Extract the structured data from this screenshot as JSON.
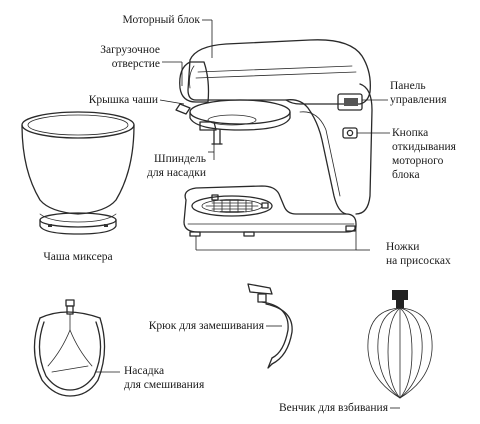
{
  "labels": {
    "motor_block": "Моторный блок",
    "loading_hole_1": "Загрузочное",
    "loading_hole_2": "отверстие",
    "bowl_lid": "Крышка чаши",
    "spindle_1": "Шпиндель",
    "spindle_2": "для насадки",
    "control_panel_1": "Панель",
    "control_panel_2": "управления",
    "tilt_button_1": "Кнопка",
    "tilt_button_2": "откидывания",
    "tilt_button_3": "моторного",
    "tilt_button_4": "блока",
    "mixer_bowl": "Чаша миксера",
    "suction_feet_1": "Ножки",
    "suction_feet_2": "на присосках",
    "dough_hook": "Крюк для замешивания",
    "mixing_beater_1": "Насадка",
    "mixing_beater_2": "для смешивания",
    "whisk": "Венчик для взбивания"
  }
}
